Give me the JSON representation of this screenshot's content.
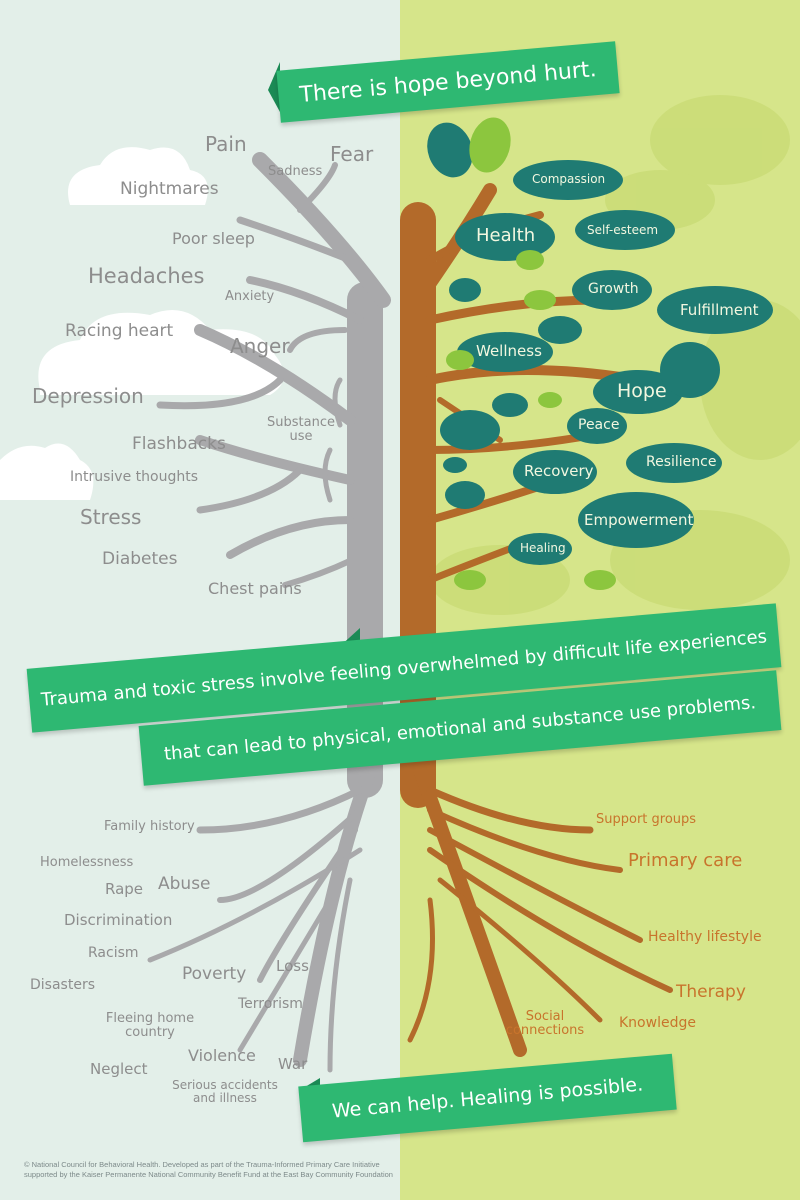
{
  "colors": {
    "left_bg": "#e3efe9",
    "right_bg": "#d6e58a",
    "ribbon": "#2eb872",
    "gray_tree": "#a9a9ab",
    "brown_tree": "#b36a2a",
    "leaf_dark": "#1f7b73",
    "leaf_light": "#8cc63e",
    "gray_text": "#8d8d8d",
    "orange_text": "#c8742c"
  },
  "banners": {
    "top": "There is hope beyond hurt.",
    "middle_1": "Trauma and toxic stress involve feeling overwhelmed by difficult life experiences",
    "middle_2": "that can lead to physical, emotional and substance use problems.",
    "bottom": "We can help. Healing is possible."
  },
  "symptoms": [
    "Pain",
    "Fear",
    "Sadness",
    "Nightmares",
    "Poor sleep",
    "Headaches",
    "Anxiety",
    "Racing heart",
    "Anger",
    "Depression",
    "Substance use",
    "Flashbacks",
    "Intrusive thoughts",
    "Stress",
    "Diabetes",
    "Chest pains"
  ],
  "healthy": [
    "Compassion",
    "Health",
    "Self-esteem",
    "Growth",
    "Fulfillment",
    "Wellness",
    "Hope",
    "Peace",
    "Resilience",
    "Recovery",
    "Empowerment",
    "Healing"
  ],
  "causes": [
    "Family history",
    "Homelessness",
    "Rape",
    "Abuse",
    "Discrimination",
    "Racism",
    "Disasters",
    "Poverty",
    "Loss",
    "Terrorism",
    "Fleeing home country",
    "Violence",
    "Neglect",
    "War",
    "Serious accidents and illness"
  ],
  "supports": [
    "Support groups",
    "Primary care",
    "Healthy lifestyle",
    "Therapy",
    "Knowledge",
    "Social connections"
  ],
  "footer": {
    "line1": "© National Council for Behavioral Health. Developed as part of the Trauma-Informed Primary Care Initiative",
    "line2": "supported by the Kaiser Permanente National Community Benefit Fund at the East Bay Community Foundation"
  }
}
